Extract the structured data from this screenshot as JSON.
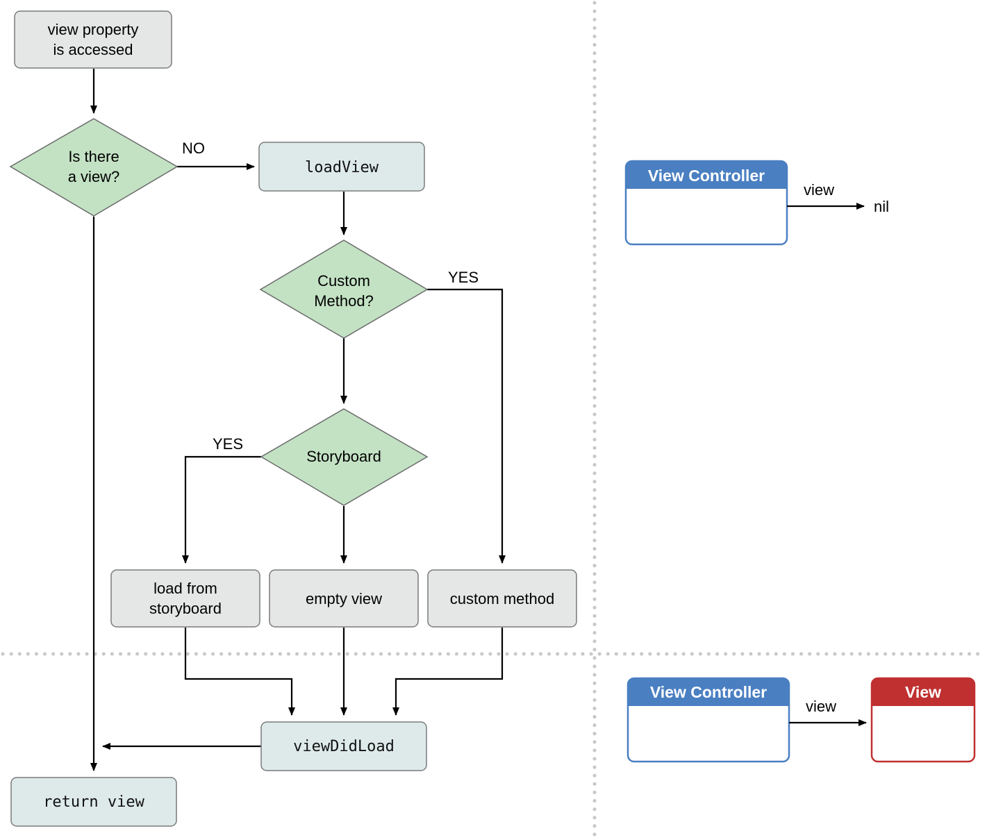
{
  "flowchart": {
    "start": {
      "line1": "view property",
      "line2": "is accessed"
    },
    "decision_view": {
      "line1": "Is there",
      "line2": "a view?"
    },
    "no_label": "NO",
    "load_view": "loadView",
    "decision_custom": {
      "line1": "Custom",
      "line2": "Method?"
    },
    "yes_custom_label": "YES",
    "decision_storyboard": "Storyboard",
    "yes_storyboard_label": "YES",
    "load_from_storyboard": {
      "line1": "load from",
      "line2": "storyboard"
    },
    "empty_view": "empty view",
    "custom_method": "custom method",
    "view_did_load": "viewDidLoad",
    "return_view": "return view"
  },
  "state_top": {
    "controller_title": "View Controller",
    "arrow_label": "view",
    "target": "nil"
  },
  "state_bottom": {
    "controller_title": "View Controller",
    "arrow_label": "view",
    "view_title": "View"
  },
  "colors": {
    "controller_header": "#4a7fc1",
    "view_header": "#c03030",
    "process_fill": "#e5e6e6",
    "method_fill": "#deeaea",
    "decision_fill": "#c3e2c4"
  }
}
